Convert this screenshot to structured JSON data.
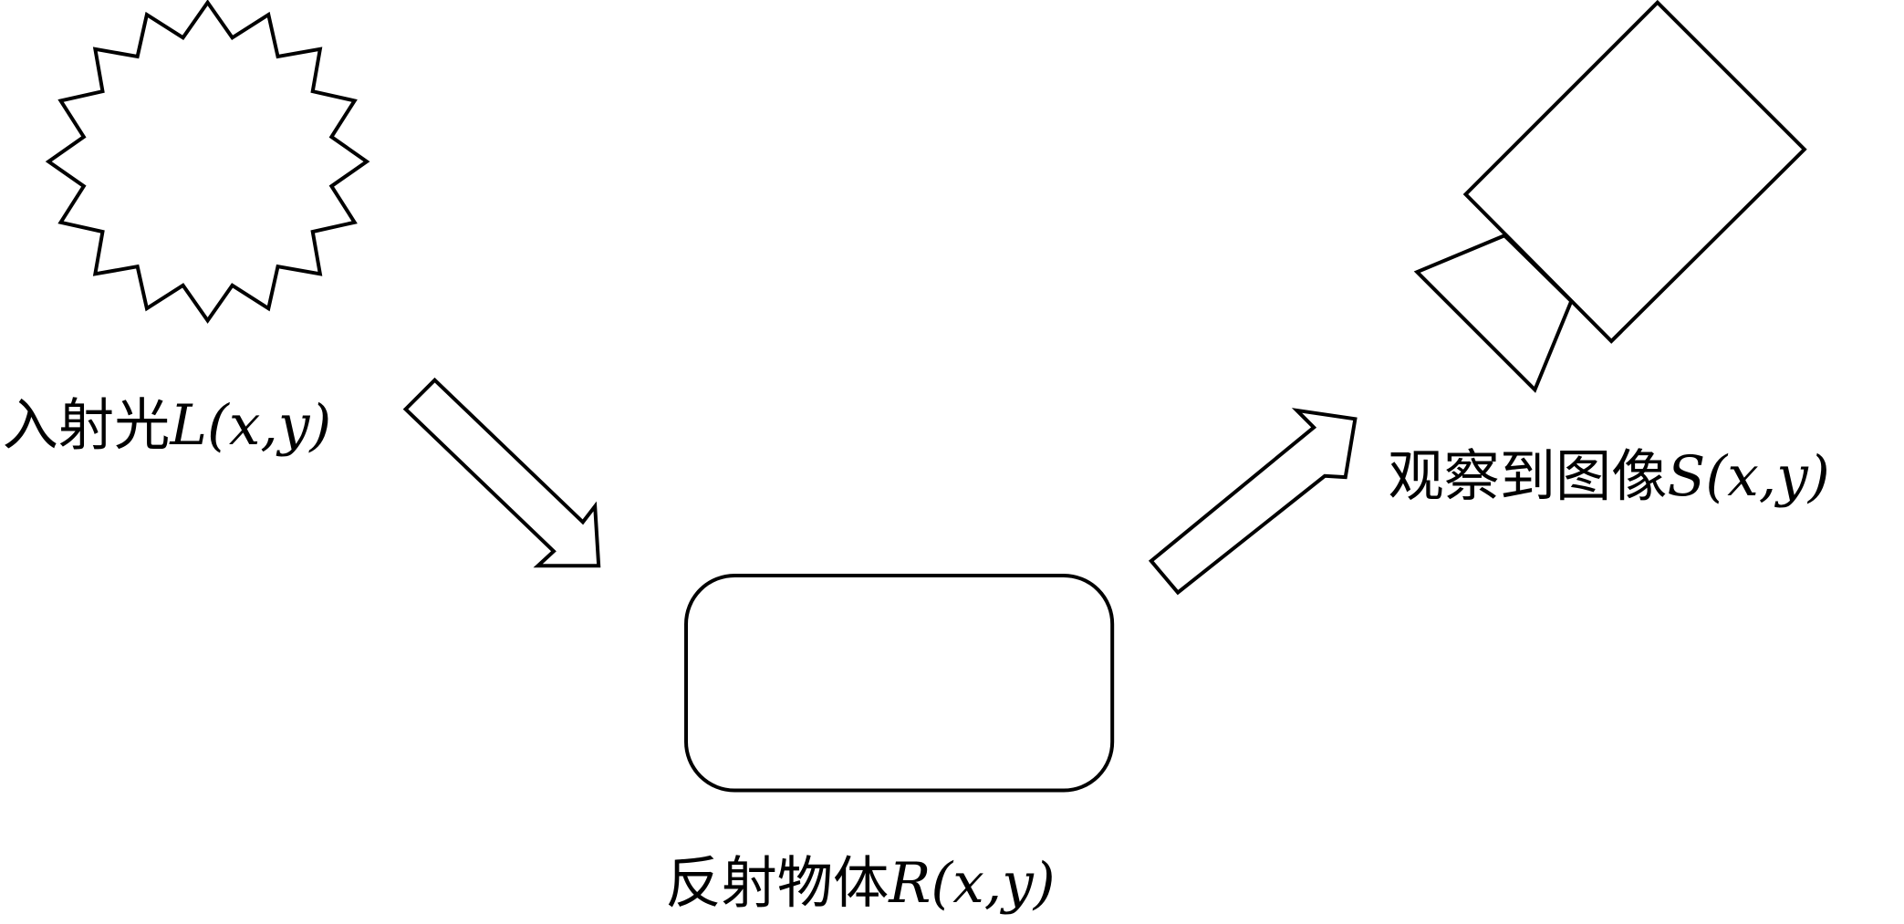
{
  "labels": {
    "incident": {
      "prefix": "入射光",
      "symbol": "L",
      "args": "(x,y)"
    },
    "reflect": {
      "prefix": "反射物体",
      "symbol": "R",
      "args": "(x,y)"
    },
    "observed": {
      "prefix": "观察到图像",
      "symbol": "S",
      "args": "(x,y)"
    }
  },
  "colors": {
    "stroke": "#000000",
    "background": "#ffffff"
  },
  "icons": [
    "sun-icon",
    "object-box",
    "camera-icon",
    "arrow-right-down-icon",
    "arrow-right-up-icon"
  ]
}
